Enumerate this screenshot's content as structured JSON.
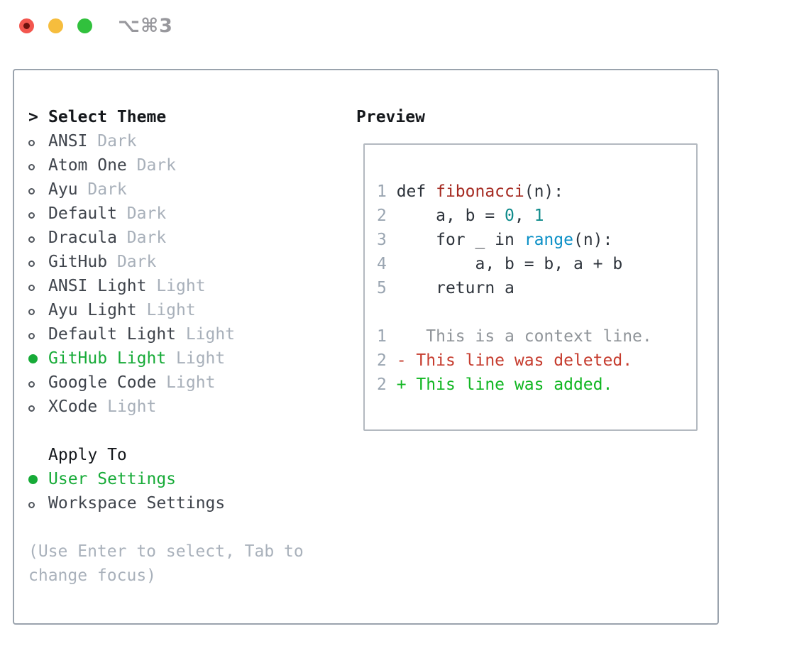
{
  "window": {
    "title": "⌥⌘3",
    "traffic_lights": {
      "close": "red",
      "minimize": "yellow",
      "zoom": "green"
    }
  },
  "colors": {
    "selection_green": "#17ab38",
    "added_green": "#10b621",
    "deleted_red": "#c63c2e",
    "function_red": "#a52a21",
    "number_teal": "#0f8b8b",
    "builtin_blue": "#0a8fc6",
    "muted_gray": "#a8b0ba",
    "panel_border": "#9aa3ad"
  },
  "theme_panel": {
    "prompt": ">",
    "header": "Select Theme",
    "items": [
      {
        "name": "ANSI",
        "variant": "Dark",
        "selected": false
      },
      {
        "name": "Atom One",
        "variant": "Dark",
        "selected": false
      },
      {
        "name": "Ayu",
        "variant": "Dark",
        "selected": false
      },
      {
        "name": "Default",
        "variant": "Dark",
        "selected": false
      },
      {
        "name": "Dracula",
        "variant": "Dark",
        "selected": false
      },
      {
        "name": "GitHub",
        "variant": "Dark",
        "selected": false
      },
      {
        "name": "ANSI Light",
        "variant": "Light",
        "selected": false
      },
      {
        "name": "Ayu Light",
        "variant": "Light",
        "selected": false
      },
      {
        "name": "Default Light",
        "variant": "Light",
        "selected": false
      },
      {
        "name": "GitHub Light",
        "variant": "Light",
        "selected": true
      },
      {
        "name": "Google Code",
        "variant": "Light",
        "selected": false
      },
      {
        "name": "XCode",
        "variant": "Light",
        "selected": false
      }
    ],
    "apply_to": {
      "header": "Apply To",
      "options": [
        {
          "name": "User Settings",
          "selected": true
        },
        {
          "name": "Workspace Settings",
          "selected": false
        }
      ]
    },
    "hint_lines": [
      "(Use Enter to select, Tab to",
      "change focus)"
    ]
  },
  "preview": {
    "header": "Preview",
    "lines": [
      {
        "gutter": "1 ",
        "tokens": [
          {
            "t": "def ",
            "c": "code"
          },
          {
            "t": "fibonacci",
            "c": "fn"
          },
          {
            "t": "(n):",
            "c": "code"
          }
        ]
      },
      {
        "gutter": "2 ",
        "tokens": [
          {
            "t": "    a, b = ",
            "c": "code"
          },
          {
            "t": "0",
            "c": "num"
          },
          {
            "t": ", ",
            "c": "code"
          },
          {
            "t": "1",
            "c": "num"
          }
        ]
      },
      {
        "gutter": "3 ",
        "tokens": [
          {
            "t": "    for _ in ",
            "c": "code"
          },
          {
            "t": "range",
            "c": "builtin"
          },
          {
            "t": "(n):",
            "c": "code"
          }
        ]
      },
      {
        "gutter": "4 ",
        "tokens": [
          {
            "t": "        a, b = b, a + b",
            "c": "code"
          }
        ]
      },
      {
        "gutter": "5 ",
        "tokens": [
          {
            "t": "    return a",
            "c": "code"
          }
        ]
      },
      {
        "gutter": "",
        "tokens": []
      },
      {
        "gutter": "1 ",
        "tokens": [
          {
            "t": "   This is a context line.",
            "c": "context"
          }
        ]
      },
      {
        "gutter": "2 ",
        "tokens": [
          {
            "t": "- This line was deleted.",
            "c": "deleted"
          }
        ]
      },
      {
        "gutter": "2 ",
        "tokens": [
          {
            "t": "+ This line was added.",
            "c": "added"
          }
        ]
      }
    ]
  }
}
